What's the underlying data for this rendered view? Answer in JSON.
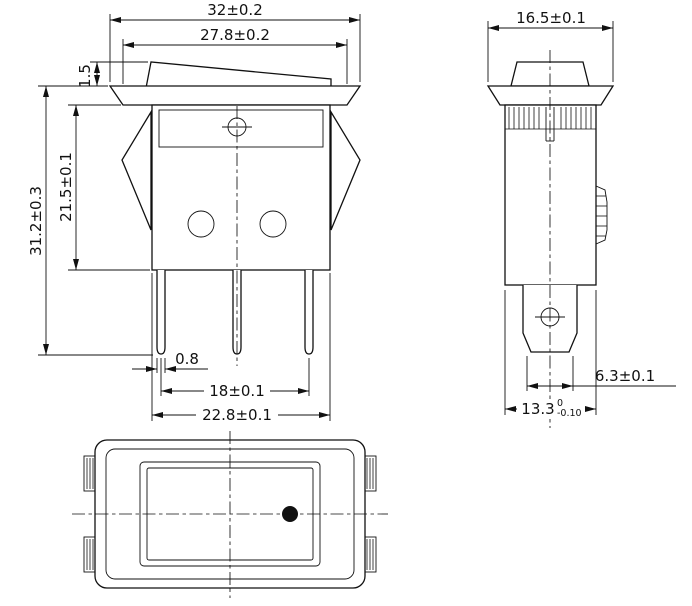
{
  "drawing": {
    "front_view": {
      "dim_top_width": "32±0.2",
      "dim_bezel_width": "27.8±0.2",
      "dim_bezel_height": "1.5",
      "dim_body_height": "21.5±0.1",
      "dim_total_height": "31.2±0.3",
      "dim_pin_thickness": "0.8",
      "dim_pin_spacing": "18±0.1",
      "dim_body_width": "22.8±0.1"
    },
    "side_view": {
      "dim_top_depth": "16.5±0.1",
      "dim_terminal_width": "6.3±0.1",
      "dim_body_depth_value": "13.3",
      "dim_body_depth_tol_upper": "0",
      "dim_body_depth_tol_lower": "-0.10"
    }
  }
}
